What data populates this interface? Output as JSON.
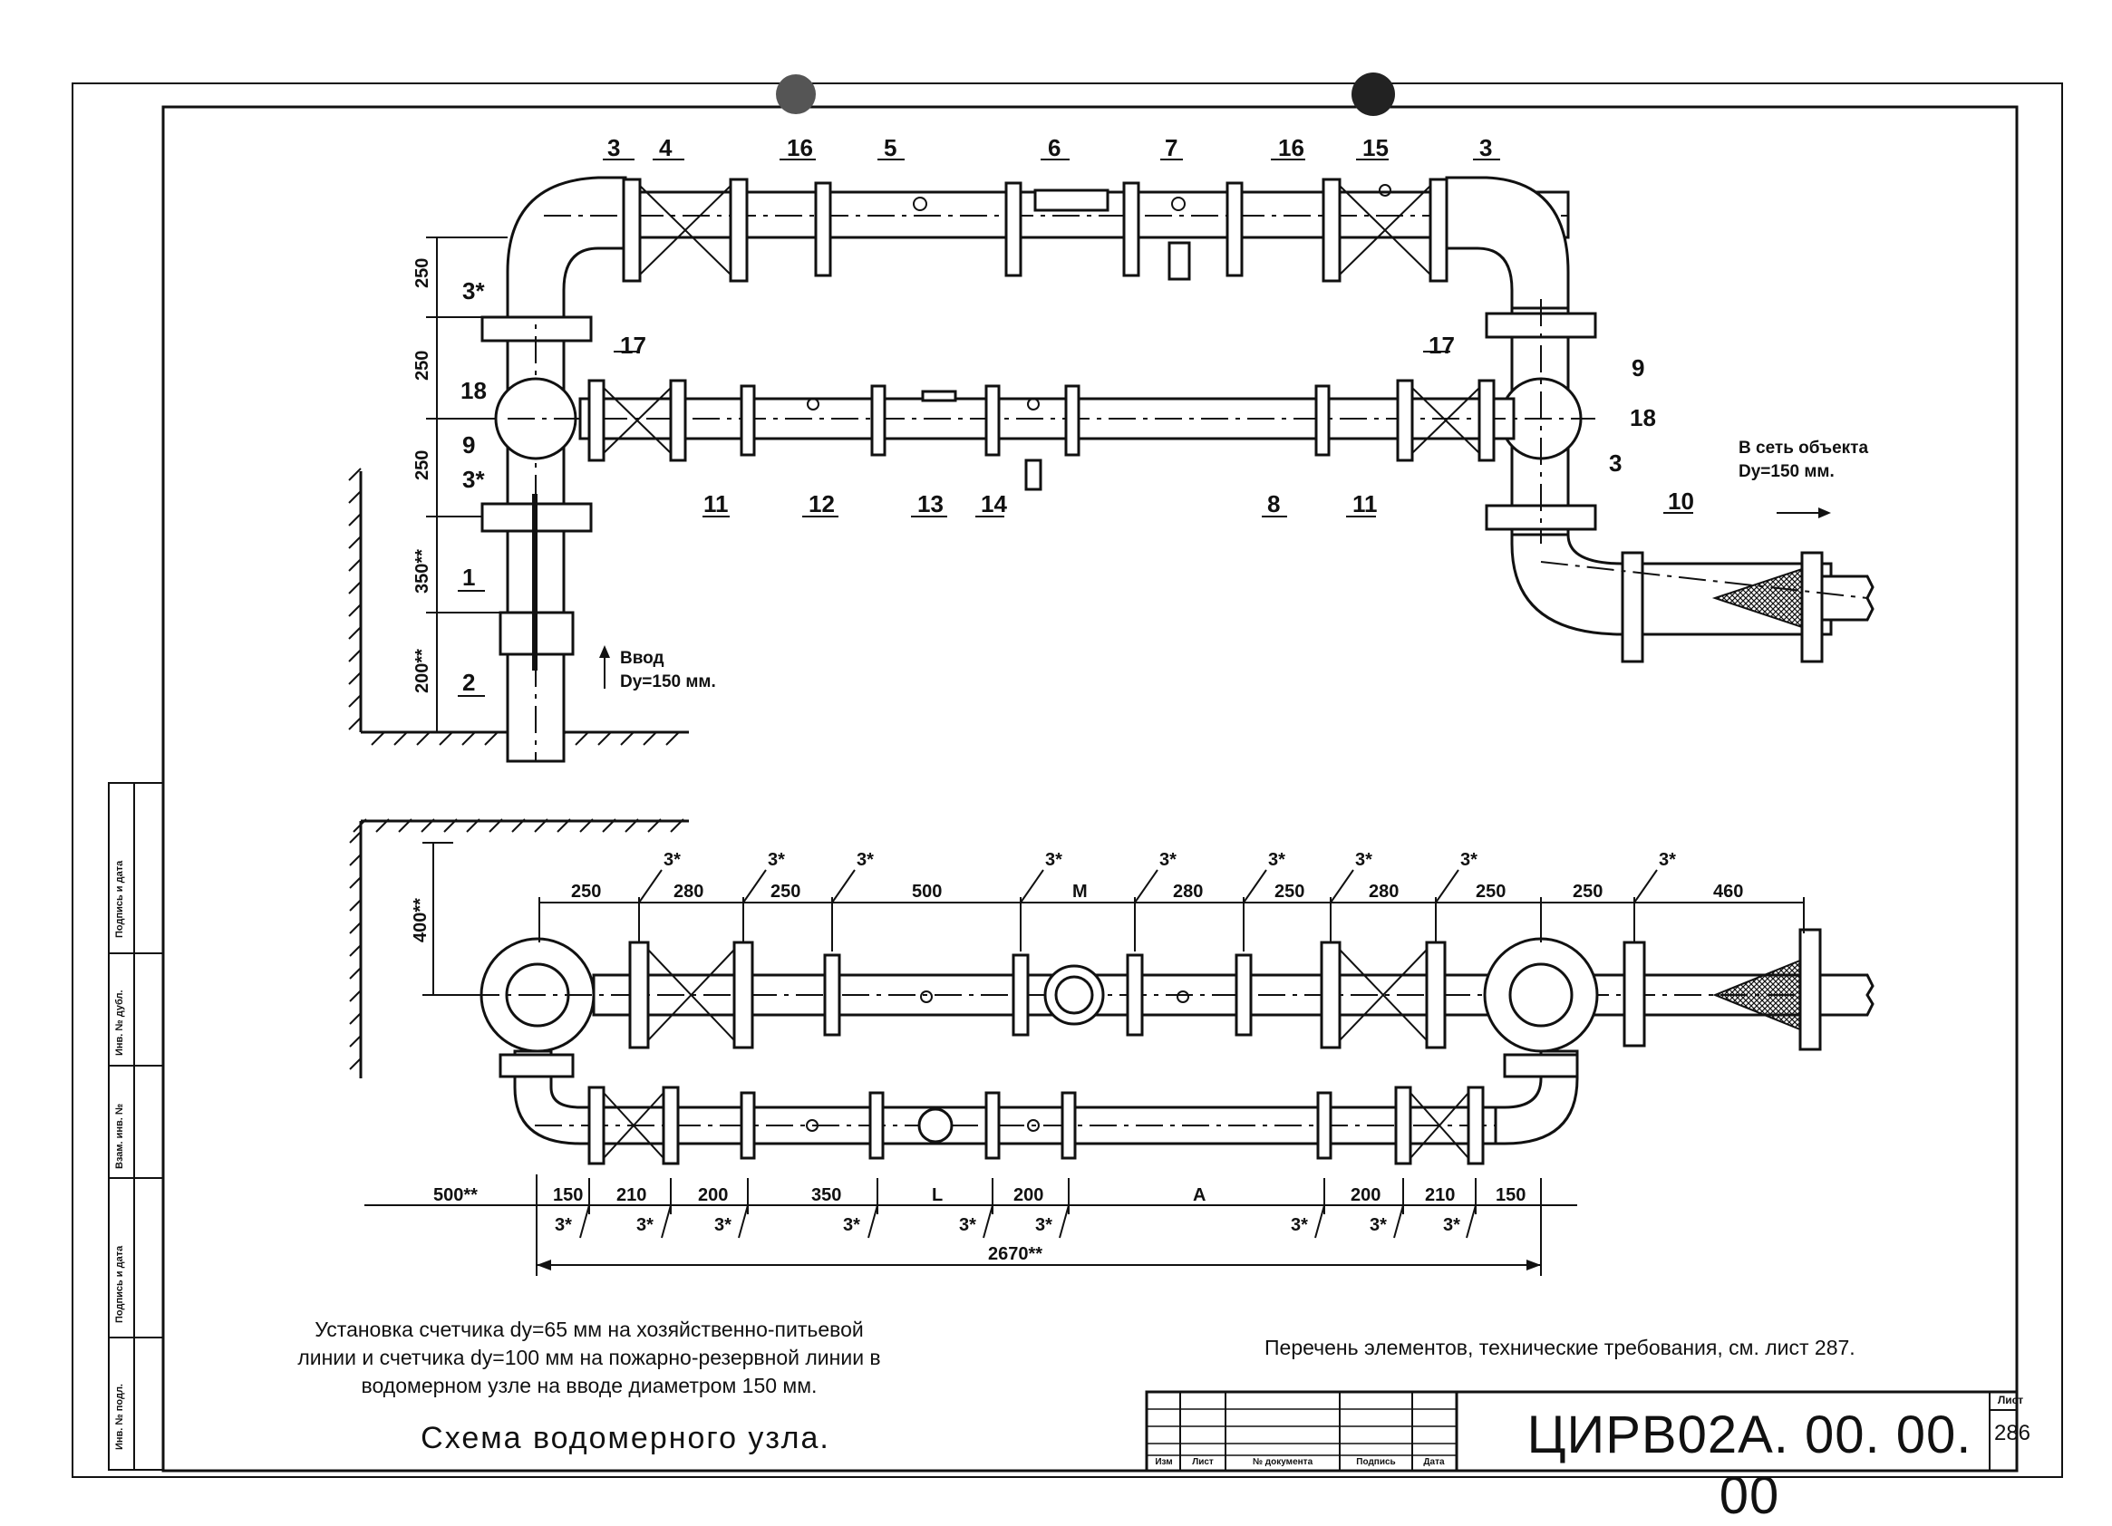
{
  "drawing": {
    "title": "Схема водомерного узла.",
    "description_lines": [
      "Установка счетчика dy=65 мм на хозяйственно-питьевой",
      "линии и счетчика dy=100 мм на пожарно-резервной линии в",
      "водомерном узле на вводе диаметром 150 мм."
    ],
    "reference_note": "Перечень элементов, технические требования, см. лист 287.",
    "document_code": "ЦИРВ02А. 00. 00. 00",
    "sheet_label": "Лист",
    "sheet_number": "286"
  },
  "flow_labels": {
    "inlet": [
      "Ввод",
      "Dy=150 мм."
    ],
    "outlet": [
      "В сеть объекта",
      "Dy=150 мм."
    ]
  },
  "plan_view": {
    "callouts": [
      "3",
      "4",
      "16",
      "5",
      "6",
      "7",
      "16",
      "15",
      "3",
      "3*",
      "17",
      "17",
      "18",
      "18",
      "9",
      "9",
      "3*",
      "11",
      "12",
      "13",
      "14",
      "8",
      "11",
      "3",
      "10",
      "1",
      "2"
    ],
    "vertical_dims": [
      "250",
      "250",
      "250",
      "350**",
      "200**"
    ]
  },
  "elevation_view": {
    "top_dims": [
      "250",
      "280",
      "250",
      "500",
      "M",
      "280",
      "250",
      "280",
      "250",
      "250",
      "460"
    ],
    "top_marks": [
      "3*",
      "3*",
      "3*",
      "3*",
      "3*",
      "3*",
      "3*",
      "3*",
      "3*"
    ],
    "bottom_dims": [
      "500**",
      "150",
      "210",
      "200",
      "350",
      "L",
      "200",
      "A",
      "200",
      "210",
      "150"
    ],
    "bottom_marks": [
      "3*",
      "3*",
      "3*",
      "3*",
      "3*",
      "3*",
      "3*",
      "3*",
      "3*"
    ],
    "overall_dim": "2670**",
    "height_dim": "400**"
  },
  "title_block": {
    "headers": [
      "Изм",
      "Лист",
      "№ документа",
      "Подпись",
      "Дата"
    ]
  },
  "side_stamp": [
    "Инв. № подл.",
    "Подпись и дата",
    "Взам. инв. №",
    "Инв. № дубл.",
    "Подпись и дата"
  ]
}
